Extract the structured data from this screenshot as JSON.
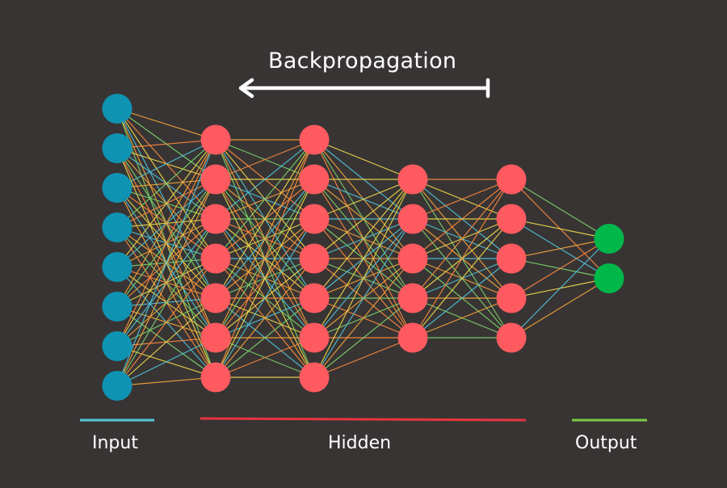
{
  "title": "Backpropagation",
  "legend": {
    "input": {
      "label": "Input",
      "color": "#55c8d8"
    },
    "hidden": {
      "label": "Hidden",
      "color": "#e8353d"
    },
    "output": {
      "label": "Output",
      "color": "#7ac943"
    }
  },
  "network": {
    "layers": [
      {
        "name": "input",
        "neurons": 8,
        "color": "#0f93b3"
      },
      {
        "name": "hidden-1",
        "neurons": 7,
        "color": "#ff5a5f"
      },
      {
        "name": "hidden-2",
        "neurons": 7,
        "color": "#ff5a5f"
      },
      {
        "name": "hidden-3",
        "neurons": 5,
        "color": "#ff5a5f"
      },
      {
        "name": "hidden-4",
        "neurons": 5,
        "color": "#ff5a5f"
      },
      {
        "name": "output",
        "neurons": 2,
        "color": "#00b84a"
      }
    ],
    "edge_colors": [
      "#f5a43a",
      "#f0d84a",
      "#7cd36a",
      "#4fc3d9",
      "#ff8a3d"
    ],
    "arrow_color": "#ffffff",
    "background": "#383434"
  }
}
